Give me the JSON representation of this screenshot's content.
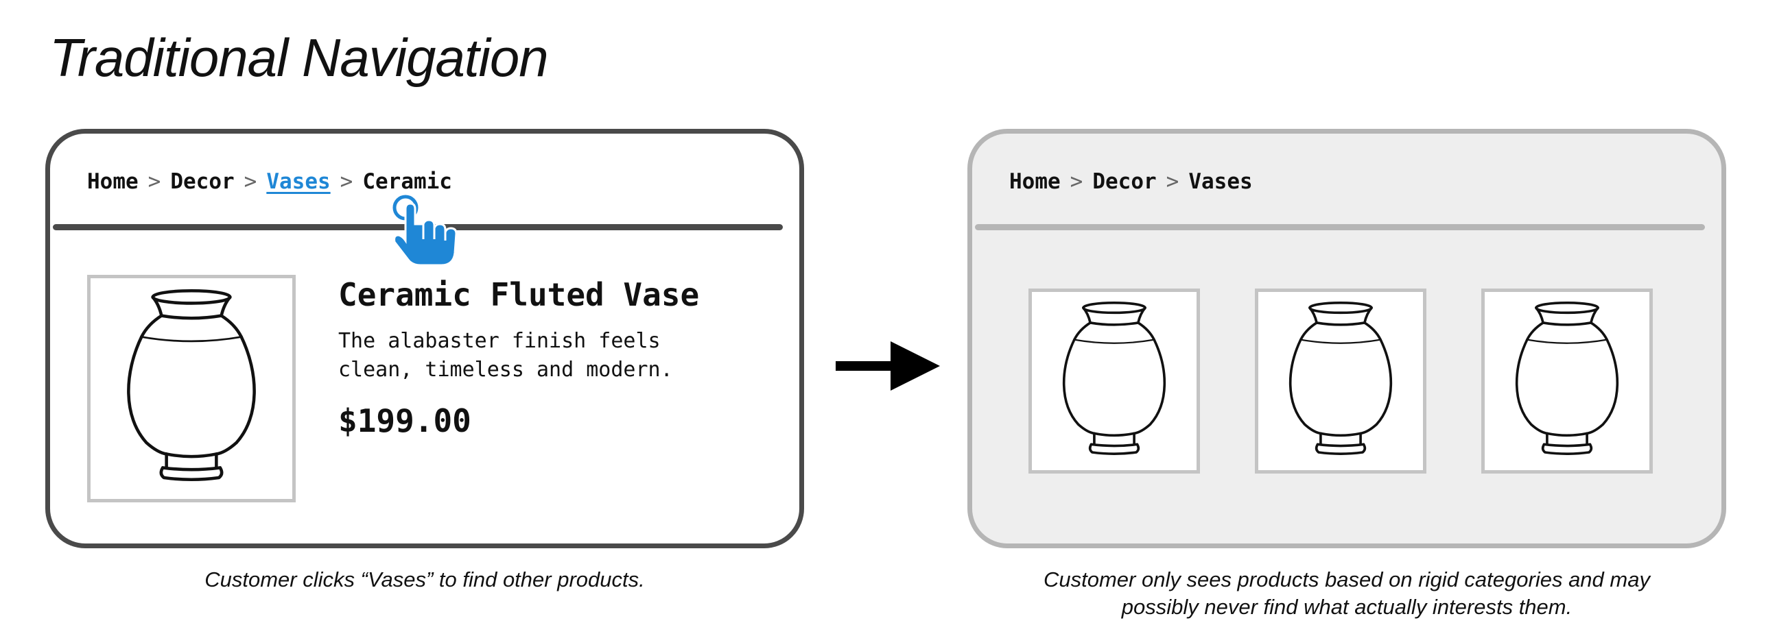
{
  "title": "Traditional Navigation",
  "left_panel": {
    "breadcrumb": {
      "home": "Home",
      "decor": "Decor",
      "vases": "Vases",
      "ceramic": "Ceramic",
      "separator": ">"
    },
    "product": {
      "name": "Ceramic Fluted Vase",
      "description": "The alabaster finish feels clean, timeless and modern.",
      "price": "$199.00"
    },
    "cursor_icon": "pointing-hand-icon",
    "link_color": "#1f87d6"
  },
  "right_panel": {
    "breadcrumb": {
      "home": "Home",
      "decor": "Decor",
      "vases": "Vases",
      "separator": ">"
    },
    "product_count": 3
  },
  "captions": {
    "left": "Customer clicks “Vases” to find other products.",
    "right_line1": "Customer only sees products based on rigid categories and may",
    "right_line2": "possibly never find what actually interests them."
  },
  "colors": {
    "active_panel_border": "#4a4a4a",
    "inactive_panel_border": "#b5b5b5",
    "inactive_panel_bg": "#eeeeee"
  }
}
